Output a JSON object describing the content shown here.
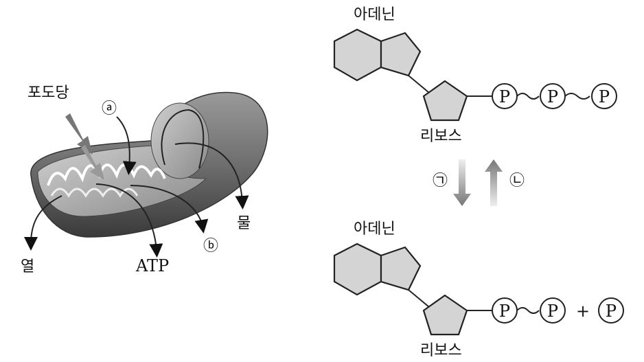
{
  "mitochondria": {
    "glucose": "포도당",
    "marker_a": "ⓐ",
    "marker_b": "ⓑ",
    "heat": "열",
    "atp": "ATP",
    "water": "물"
  },
  "atp_molecule": {
    "adenine": "아데닌",
    "ribose": "리보스",
    "phosphate": "P"
  },
  "reaction": {
    "forward": "㉠",
    "reverse": "㉡"
  },
  "adp_molecule": {
    "adenine": "아데닌",
    "ribose": "리보스",
    "phosphate": "P",
    "plus": "+"
  },
  "colors": {
    "fill": "#d4d4d4",
    "stroke": "#222222"
  }
}
